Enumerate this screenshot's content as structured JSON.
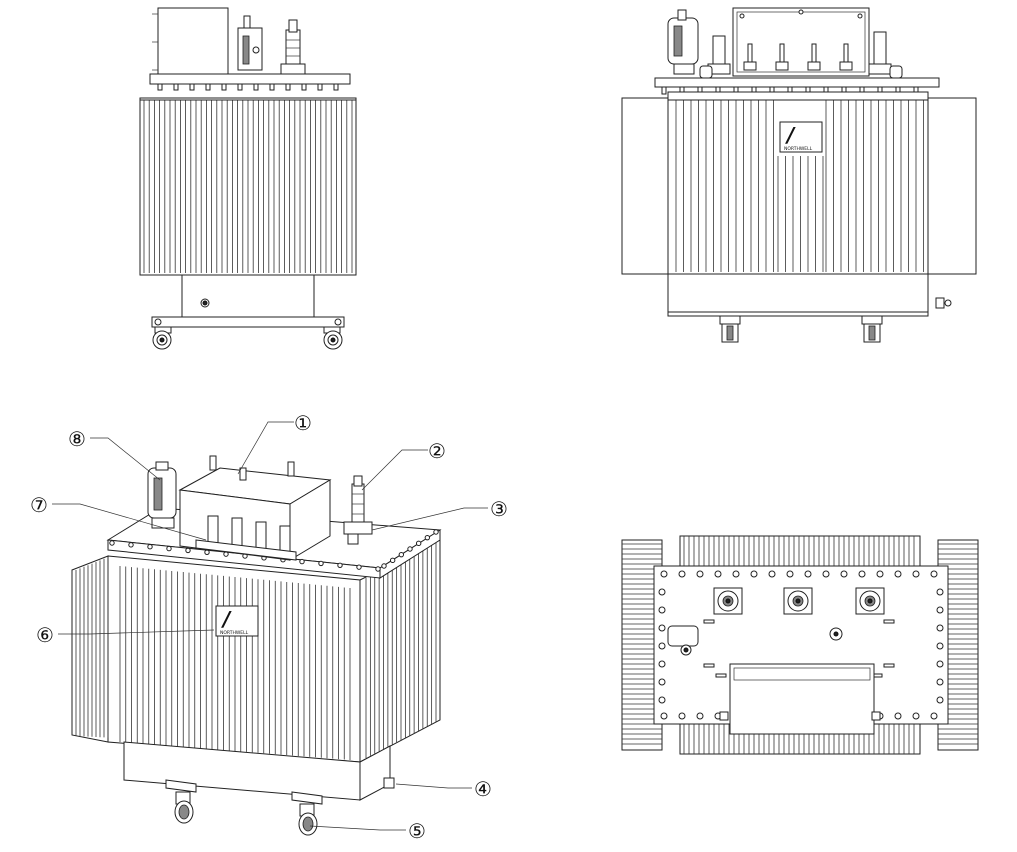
{
  "colors": {
    "line": "#222222",
    "background": "#ffffff"
  },
  "logo": {
    "mark": "/",
    "text": "NORTHWELL"
  },
  "callouts": [
    {
      "id": "1",
      "label": "①"
    },
    {
      "id": "2",
      "label": "②"
    },
    {
      "id": "3",
      "label": "③"
    },
    {
      "id": "4",
      "label": "④"
    },
    {
      "id": "5",
      "label": "⑤"
    },
    {
      "id": "6",
      "label": "⑥"
    },
    {
      "id": "7",
      "label": "⑦"
    },
    {
      "id": "8",
      "label": "⑧"
    }
  ]
}
